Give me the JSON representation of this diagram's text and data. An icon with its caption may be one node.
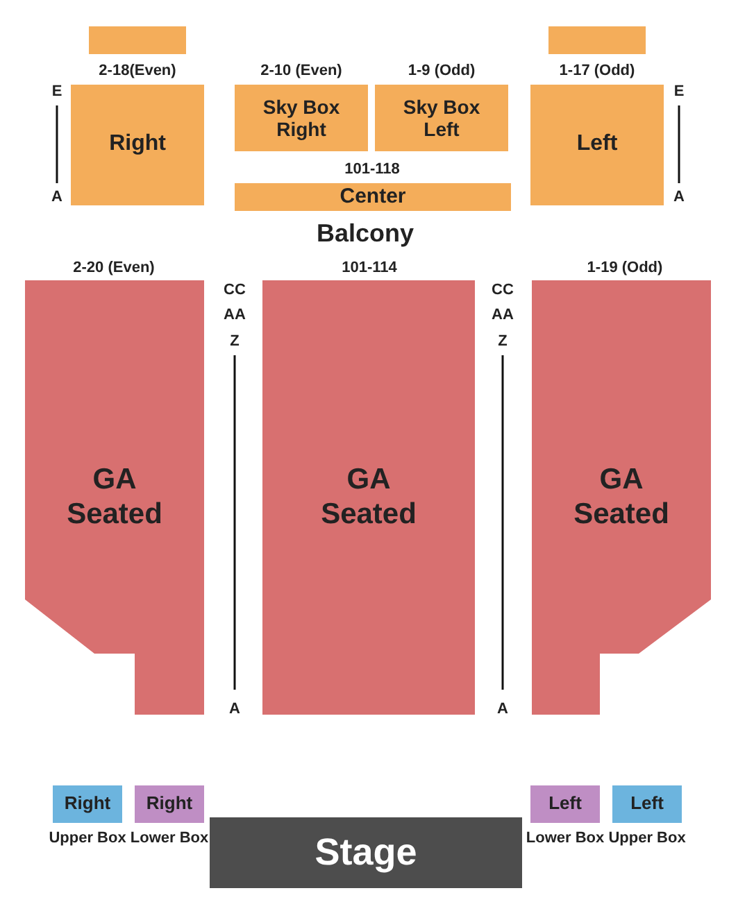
{
  "diagram": {
    "nodes": [
      {
        "text": [],
        "shape": "box"
      },
      {
        "text": [],
        "shape": "box"
      },
      {
        "text": [
          "Right"
        ],
        "beside": [
          "2-18(Even)"
        ]
      },
      {
        "text": [
          "Sky Box Right"
        ],
        "beside": [
          "2-10 (Even)"
        ]
      },
      {
        "text": [
          "Sky Box Left"
        ],
        "beside": [
          "1-9 (Odd)"
        ]
      },
      {
        "text": [
          "Left"
        ],
        "beside": [
          "1-17 (Odd)"
        ]
      },
      {
        "text": [
          "Center"
        ],
        "beside": [
          "101-118"
        ]
      },
      {
        "text": [
          "GA Seated"
        ],
        "beside": [
          "2-20 (Even)"
        ]
      },
      {
        "text": [
          "GA Seated"
        ],
        "beside": [
          "101-114"
        ]
      },
      {
        "text": [
          "GA Seated"
        ],
        "beside": [
          "1-19 (Odd)"
        ]
      },
      {
        "text": [
          "Right"
        ],
        "beside": [
          "Upper Box"
        ]
      },
      {
        "text": [
          "Right"
        ],
        "beside": [
          "Lower Box"
        ]
      },
      {
        "text": [
          "Stage"
        ]
      },
      {
        "text": [
          "Left"
        ],
        "beside": [
          "Lower Box"
        ]
      },
      {
        "text": [
          "Left"
        ],
        "beside": [
          "Upper Box"
        ]
      }
    ],
    "edges": [],
    "labels": [
      "E",
      "E",
      "A",
      "A",
      "Balcony",
      "CC",
      "CC",
      "AA",
      "AA",
      "Z",
      "Z",
      "A",
      "A"
    ]
  }
}
